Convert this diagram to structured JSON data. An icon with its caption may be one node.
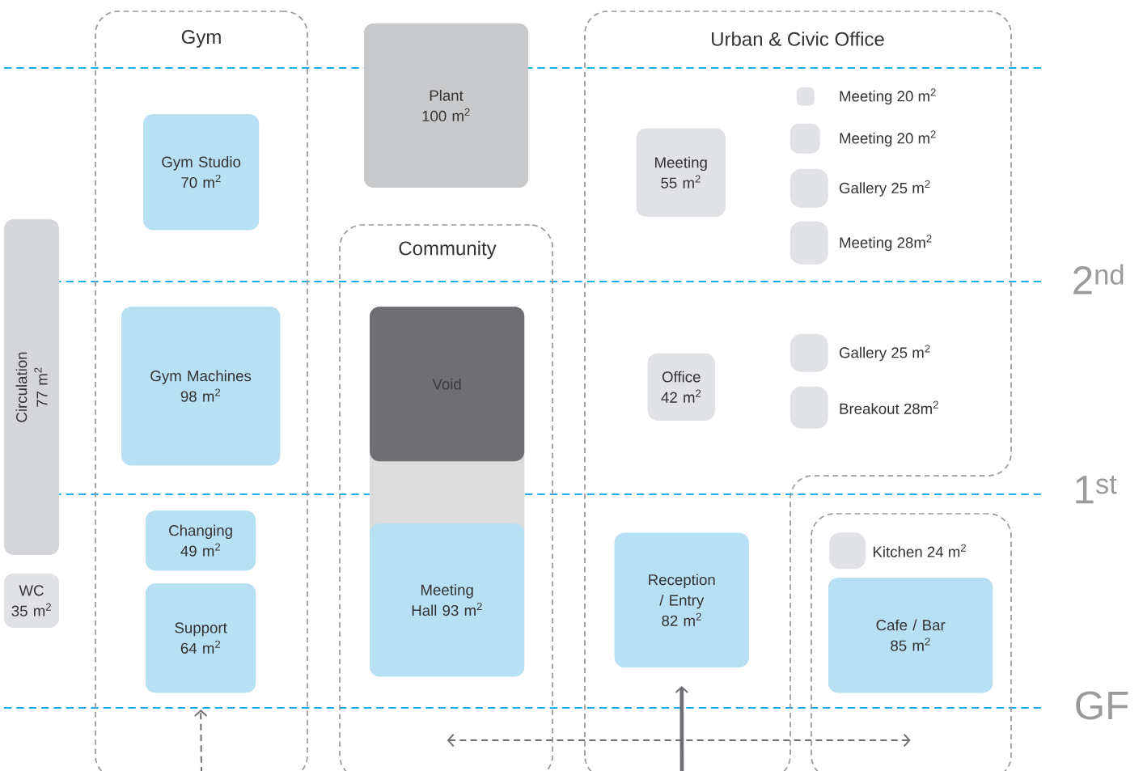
{
  "diagram": {
    "nodes": [
      {
        "text": [
          "Gym"
        ]
      },
      {
        "text": [
          "Gym Studio 70 m$^{2}$"
        ],
        "in": 0
      },
      {
        "text": [
          "Gym Machines 98 m$^{2}$"
        ],
        "in": 0
      },
      {
        "text": [
          "Changing 49 m$^{2}$"
        ],
        "in": 0
      },
      {
        "text": [
          "Support 64 m$^{2}$"
        ],
        "in": 0
      },
      {
        "text": [
          "Plant 100 m$^{2}$"
        ]
      },
      {
        "text": [
          "Community"
        ]
      },
      {
        "text": [
          "Void"
        ],
        "in": 6
      },
      {
        "text": [
          "Meeting Hall 93 m$^{2}$"
        ],
        "in": 6
      },
      {
        "text": [
          "Urban & Civic Office"
        ]
      },
      {
        "text": [
          "Meeting 55 m$^{2}$"
        ],
        "in": 9
      },
      {
        "text": [
          "Office 42 m$^{2}$"
        ],
        "in": 9
      },
      {
        "text": [
          "Reception / Entry 82 m$^{2}$"
        ],
        "in": 9
      },
      {
        "text": [],
        "shape": "box",
        "beside": [
          "Meeting 20 m$^{2}$"
        ],
        "in": 9
      },
      {
        "text": [],
        "shape": "box",
        "beside": [
          "Meeting 20 m$^{2}$"
        ],
        "in": 9
      },
      {
        "text": [],
        "shape": "box",
        "beside": [
          "Gallery 25 m$^{2}$"
        ],
        "in": 9
      },
      {
        "text": [],
        "shape": "box",
        "beside": [
          "Meeting 28m$^{2}$"
        ],
        "in": 9
      },
      {
        "text": [],
        "shape": "box",
        "beside": [
          "Gallery 25 m$^{2}$"
        ],
        "in": 9
      },
      {
        "text": [],
        "shape": "box",
        "beside": [
          "Breakout 28m$^{2}$"
        ],
        "in": 9
      },
      {
        "text": [],
        "shape": "box"
      },
      {
        "text": [],
        "shape": "box",
        "beside": [
          "Kitchen 24 m$^{2}$"
        ],
        "in": 19
      },
      {
        "text": [
          "Cafe / Bar 85 m$^{2}$"
        ],
        "in": 19
      },
      {
        "text": [
          "Circulation 77 m$^{2}$"
        ]
      },
      {
        "text": [
          "WC 35 m$^{2}$"
        ]
      }
    ],
    "edges": [
      {
        "from": null,
        "to": 4,
        "arrow": "to",
        "style": "dashed"
      },
      {
        "from": null,
        "to": 12,
        "arrow": "to",
        "style": "thick"
      },
      {
        "from": 8,
        "to": 21,
        "arrow": "both",
        "style": "dashed"
      }
    ],
    "labels": [
      "2$^{nd}$",
      "1$^{st}$",
      "GF"
    ]
  }
}
